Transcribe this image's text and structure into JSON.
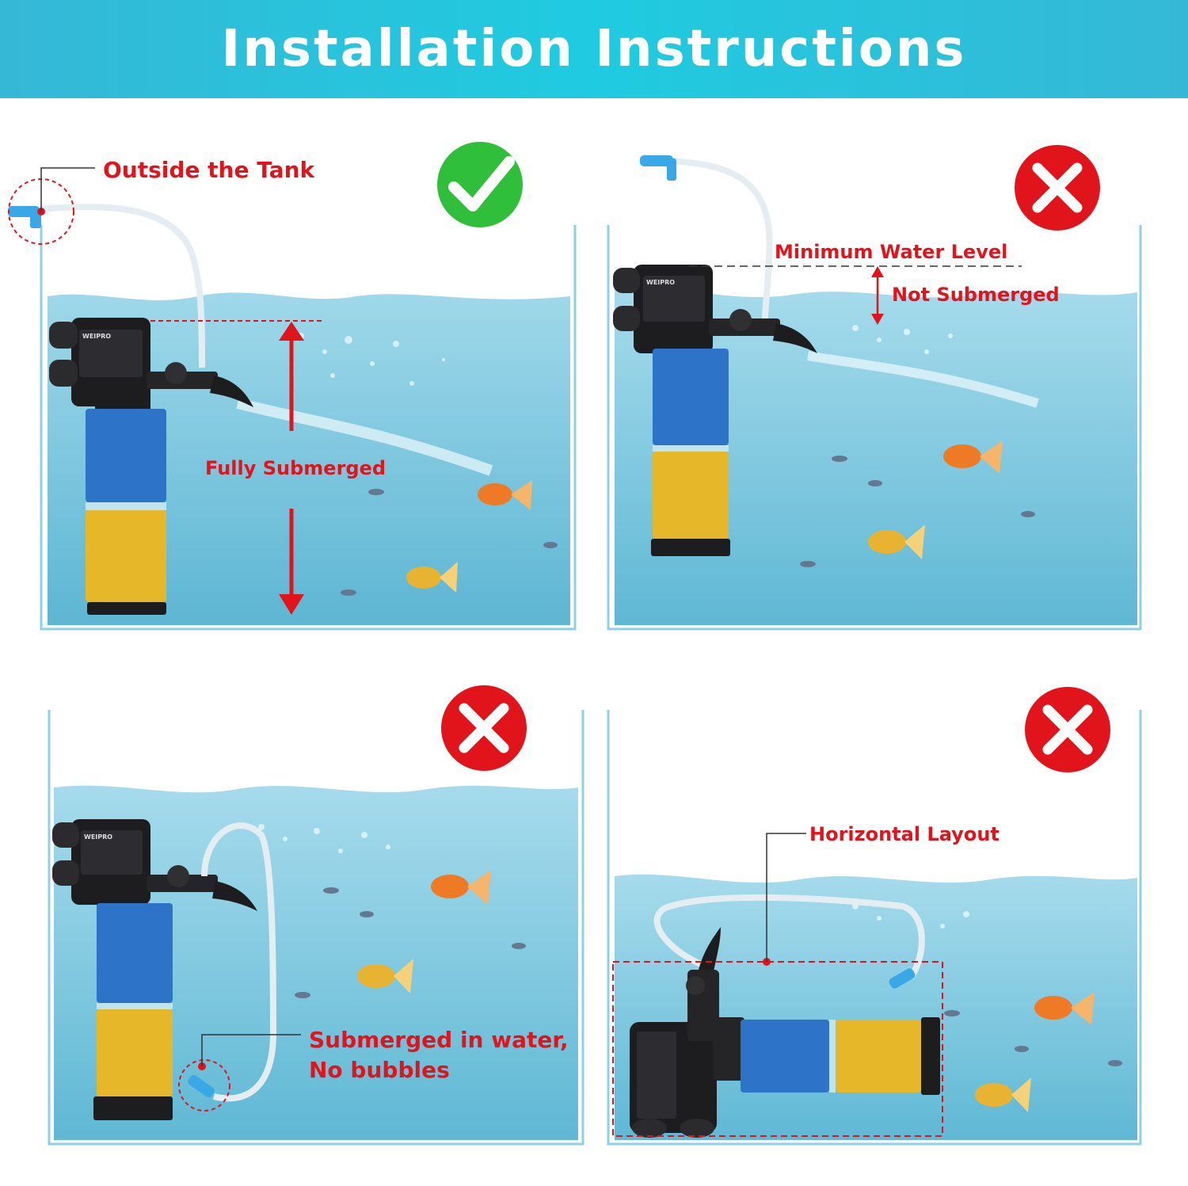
{
  "header": {
    "title": "Installation Instructions"
  },
  "colors": {
    "header_bg": "#1fcbe0",
    "label_red": "#e1141c",
    "water": "#6cc3dd",
    "blue_sponge": "#1f6fd0",
    "yellow_sponge": "#e7b827",
    "correct_green": "#2fbf3a",
    "wrong_red": "#e1141c"
  },
  "panels": [
    {
      "id": "top-left",
      "status": "correct",
      "status_icon": "check-icon",
      "labels": {
        "outside_tank": "Outside the Tank",
        "fully_submerged": "Fully Submerged"
      }
    },
    {
      "id": "top-right",
      "status": "wrong",
      "status_icon": "cross-icon",
      "labels": {
        "minimum_water_level": "Minimum Water Level",
        "not_submerged": "Not Submerged"
      }
    },
    {
      "id": "bottom-left",
      "status": "wrong",
      "status_icon": "cross-icon",
      "labels": {
        "submerged_line1": "Submerged in water,",
        "submerged_line2": "No bubbles"
      }
    },
    {
      "id": "bottom-right",
      "status": "wrong",
      "status_icon": "cross-icon",
      "labels": {
        "horizontal_layout": "Horizontal Layout"
      }
    }
  ],
  "product": {
    "brand": "WEIPRO"
  }
}
